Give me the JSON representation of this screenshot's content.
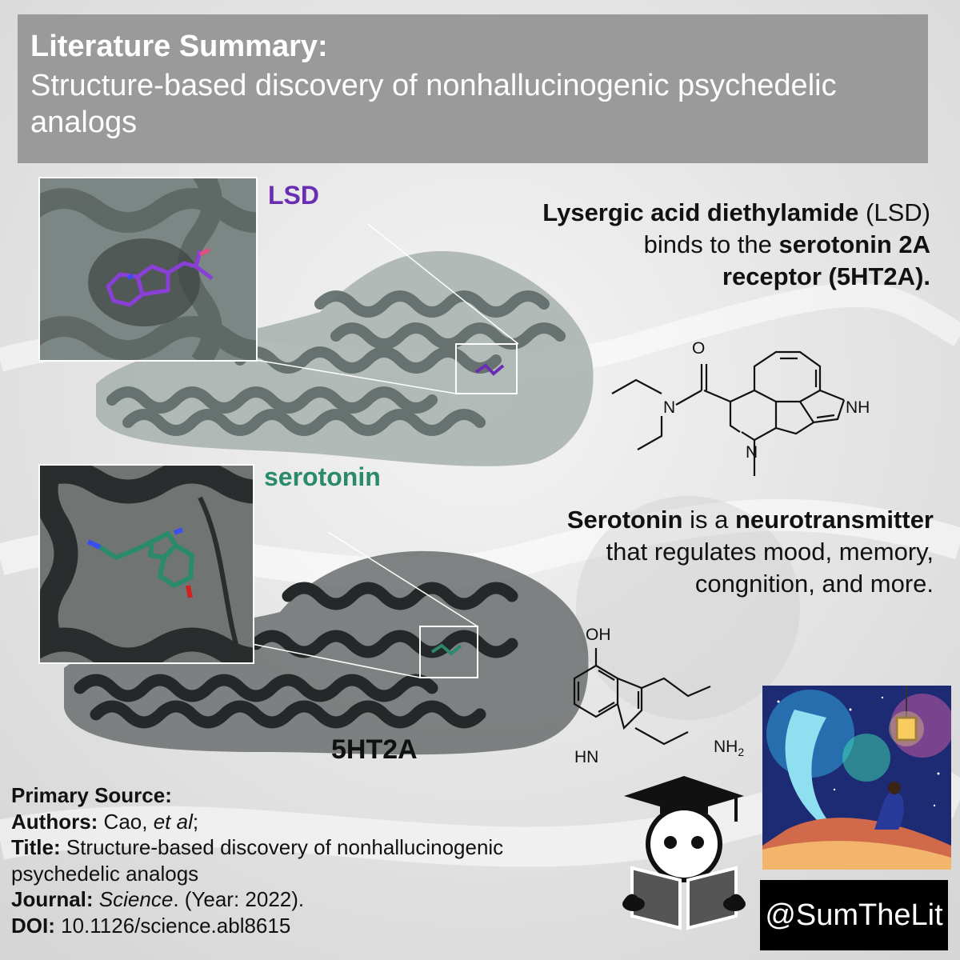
{
  "header": {
    "title": "Literature Summary:",
    "subtitle": "Structure-based discovery of nonhallucinogenic psychedelic analogs"
  },
  "labels": {
    "lsd": "LSD",
    "serotonin": "serotonin",
    "receptor": "5HT2A"
  },
  "lsd_text": {
    "part1": "Lysergic acid diethylamide",
    "part2": " (LSD)",
    "part3": "binds to the ",
    "part4": "serotonin 2A",
    "part5": "receptor (5HT2A)."
  },
  "serotonin_text": {
    "part1": "Serotonin",
    "part2": " is a ",
    "part3": "neurotransmitter",
    "part4": "that regulates mood, memory,",
    "part5": "congnition, and more."
  },
  "lsd_structure": {
    "o": "O",
    "n_amide": "N",
    "nh": "NH",
    "n_ring": "N"
  },
  "serotonin_structure": {
    "oh": "OH",
    "hn": "HN",
    "nh2": "NH",
    "nh2_sub": "2"
  },
  "source": {
    "heading": "Primary Source:",
    "authors_label": "Authors:",
    "authors_value": " Cao, ",
    "authors_etal": "et al",
    "authors_end": ";",
    "title_label": "Title:",
    "title_value": " Structure-based discovery of nonhallucinogenic psychedelic analogs",
    "journal_label": "Journal:",
    "journal_name": "Science",
    "journal_rest": ". (Year: 2022).",
    "doi_label": "DOI:",
    "doi_value": " 10.1126/science.abl8615"
  },
  "handle": "@SumTheLit",
  "colors": {
    "header_bg": "#9a9a9a",
    "lsd": "#6a2db3",
    "serotonin": "#2a8a6b",
    "protein_light": "#7f8a88",
    "protein_dark": "#2b2e2e"
  }
}
